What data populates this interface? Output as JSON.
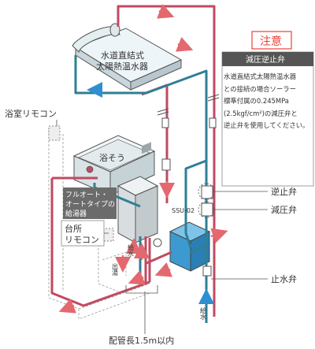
{
  "labels": {
    "solar_heater_line1": "水道直結式",
    "solar_heater_line2": "太陽熱温水器",
    "bath_remote": "浴室リモコン",
    "bathtub": "浴そう",
    "water_heater_line1": "フルオート・",
    "water_heater_line2": "オートタイプの",
    "water_heater_line3": "給湯器",
    "kitchen_remote_line1": "台所",
    "kitchen_remote_line2": "リモコン",
    "unit_model": "SSU-02",
    "check_valve": "逆止弁",
    "pressure_reducing_valve": "減圧弁",
    "stop_valve": "止水弁",
    "pipe_length": "配管長1.5m以内",
    "hot_water_out": "出湯",
    "water_supply_side": "給水",
    "water_supply_bottom": "給水"
  },
  "note": {
    "badge": "注意",
    "header": "減圧逆止弁",
    "lines": [
      "水道直結式太陽熱温水器",
      "との接続の場合ソーラー",
      "標準付属の0.245MPa",
      "(2.5kgf/cm²)の減圧弁と",
      "逆止弁を使用してください。"
    ]
  },
  "colors": {
    "hot_pipe": "#c04a62",
    "cold_pipe": "#2e7f95",
    "arrow_hot": "#e4686f",
    "arrow_cold": "#2f8fd0",
    "badge_red": "#e8423a",
    "unit_blue": "#3d9ad1",
    "heater_gray": "#d8dde0"
  }
}
